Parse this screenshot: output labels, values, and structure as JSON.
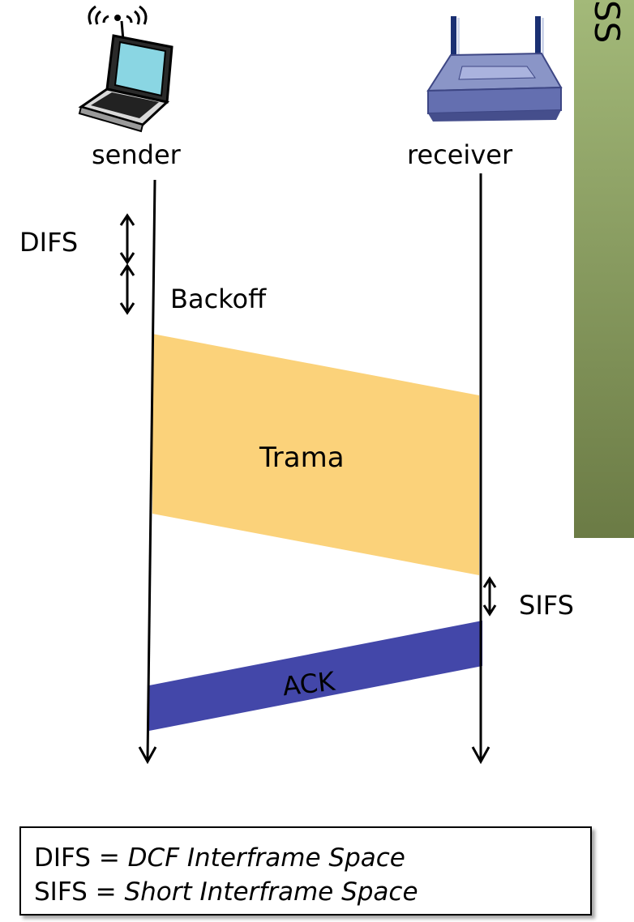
{
  "nodes": {
    "sender": "sender",
    "receiver": "receiver"
  },
  "intervals": {
    "difs": "DIFS",
    "backoff": "Backoff",
    "sifs": "SIFS"
  },
  "frames": {
    "data": "Trama",
    "ack": "ACK"
  },
  "colors": {
    "data_frame": "#fbd27a",
    "ack_frame": "#4347a9",
    "side_panel_top": "#a3b979",
    "side_panel_bottom": "#6b7b45"
  },
  "side_panel": {
    "partial_text": "SS"
  },
  "legend": {
    "difs": {
      "abbr": "DIFS",
      "eq": " = ",
      "meaning": "DCF Interframe Space"
    },
    "sifs": {
      "abbr": "SIFS",
      "eq": " = ",
      "meaning": "Short Interframe Space"
    }
  }
}
